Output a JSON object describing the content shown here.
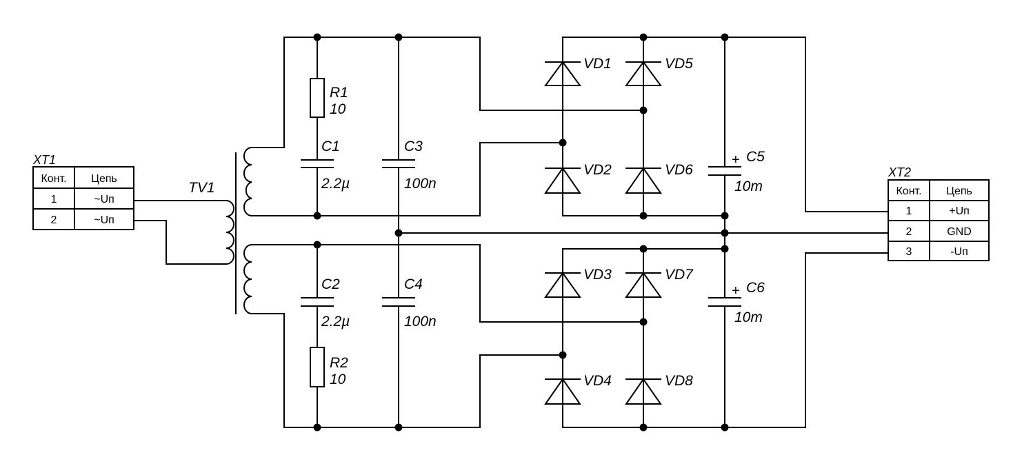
{
  "transformer": {
    "ref": "TV1"
  },
  "resistors": [
    {
      "ref": "R1",
      "value": "10"
    },
    {
      "ref": "R2",
      "value": "10"
    }
  ],
  "capacitors": [
    {
      "ref": "C1",
      "value": "2.2µ"
    },
    {
      "ref": "C2",
      "value": "2.2µ"
    },
    {
      "ref": "C3",
      "value": "100n"
    },
    {
      "ref": "C4",
      "value": "100n"
    },
    {
      "ref": "C5",
      "value": "10m",
      "polarity": "+"
    },
    {
      "ref": "C6",
      "value": "10m",
      "polarity": "+"
    }
  ],
  "diodes": [
    "VD1",
    "VD2",
    "VD3",
    "VD4",
    "VD5",
    "VD6",
    "VD7",
    "VD8"
  ],
  "connectors": {
    "xt1": {
      "ref": "XT1",
      "headers": [
        "Конт.",
        "Цепь"
      ],
      "rows": [
        [
          "1",
          "~Uп"
        ],
        [
          "2",
          "~Uп"
        ]
      ]
    },
    "xt2": {
      "ref": "XT2",
      "headers": [
        "Конт.",
        "Цепь"
      ],
      "rows": [
        [
          "1",
          "+Uп"
        ],
        [
          "2",
          "GND"
        ],
        [
          "3",
          "-Uп"
        ]
      ]
    }
  }
}
